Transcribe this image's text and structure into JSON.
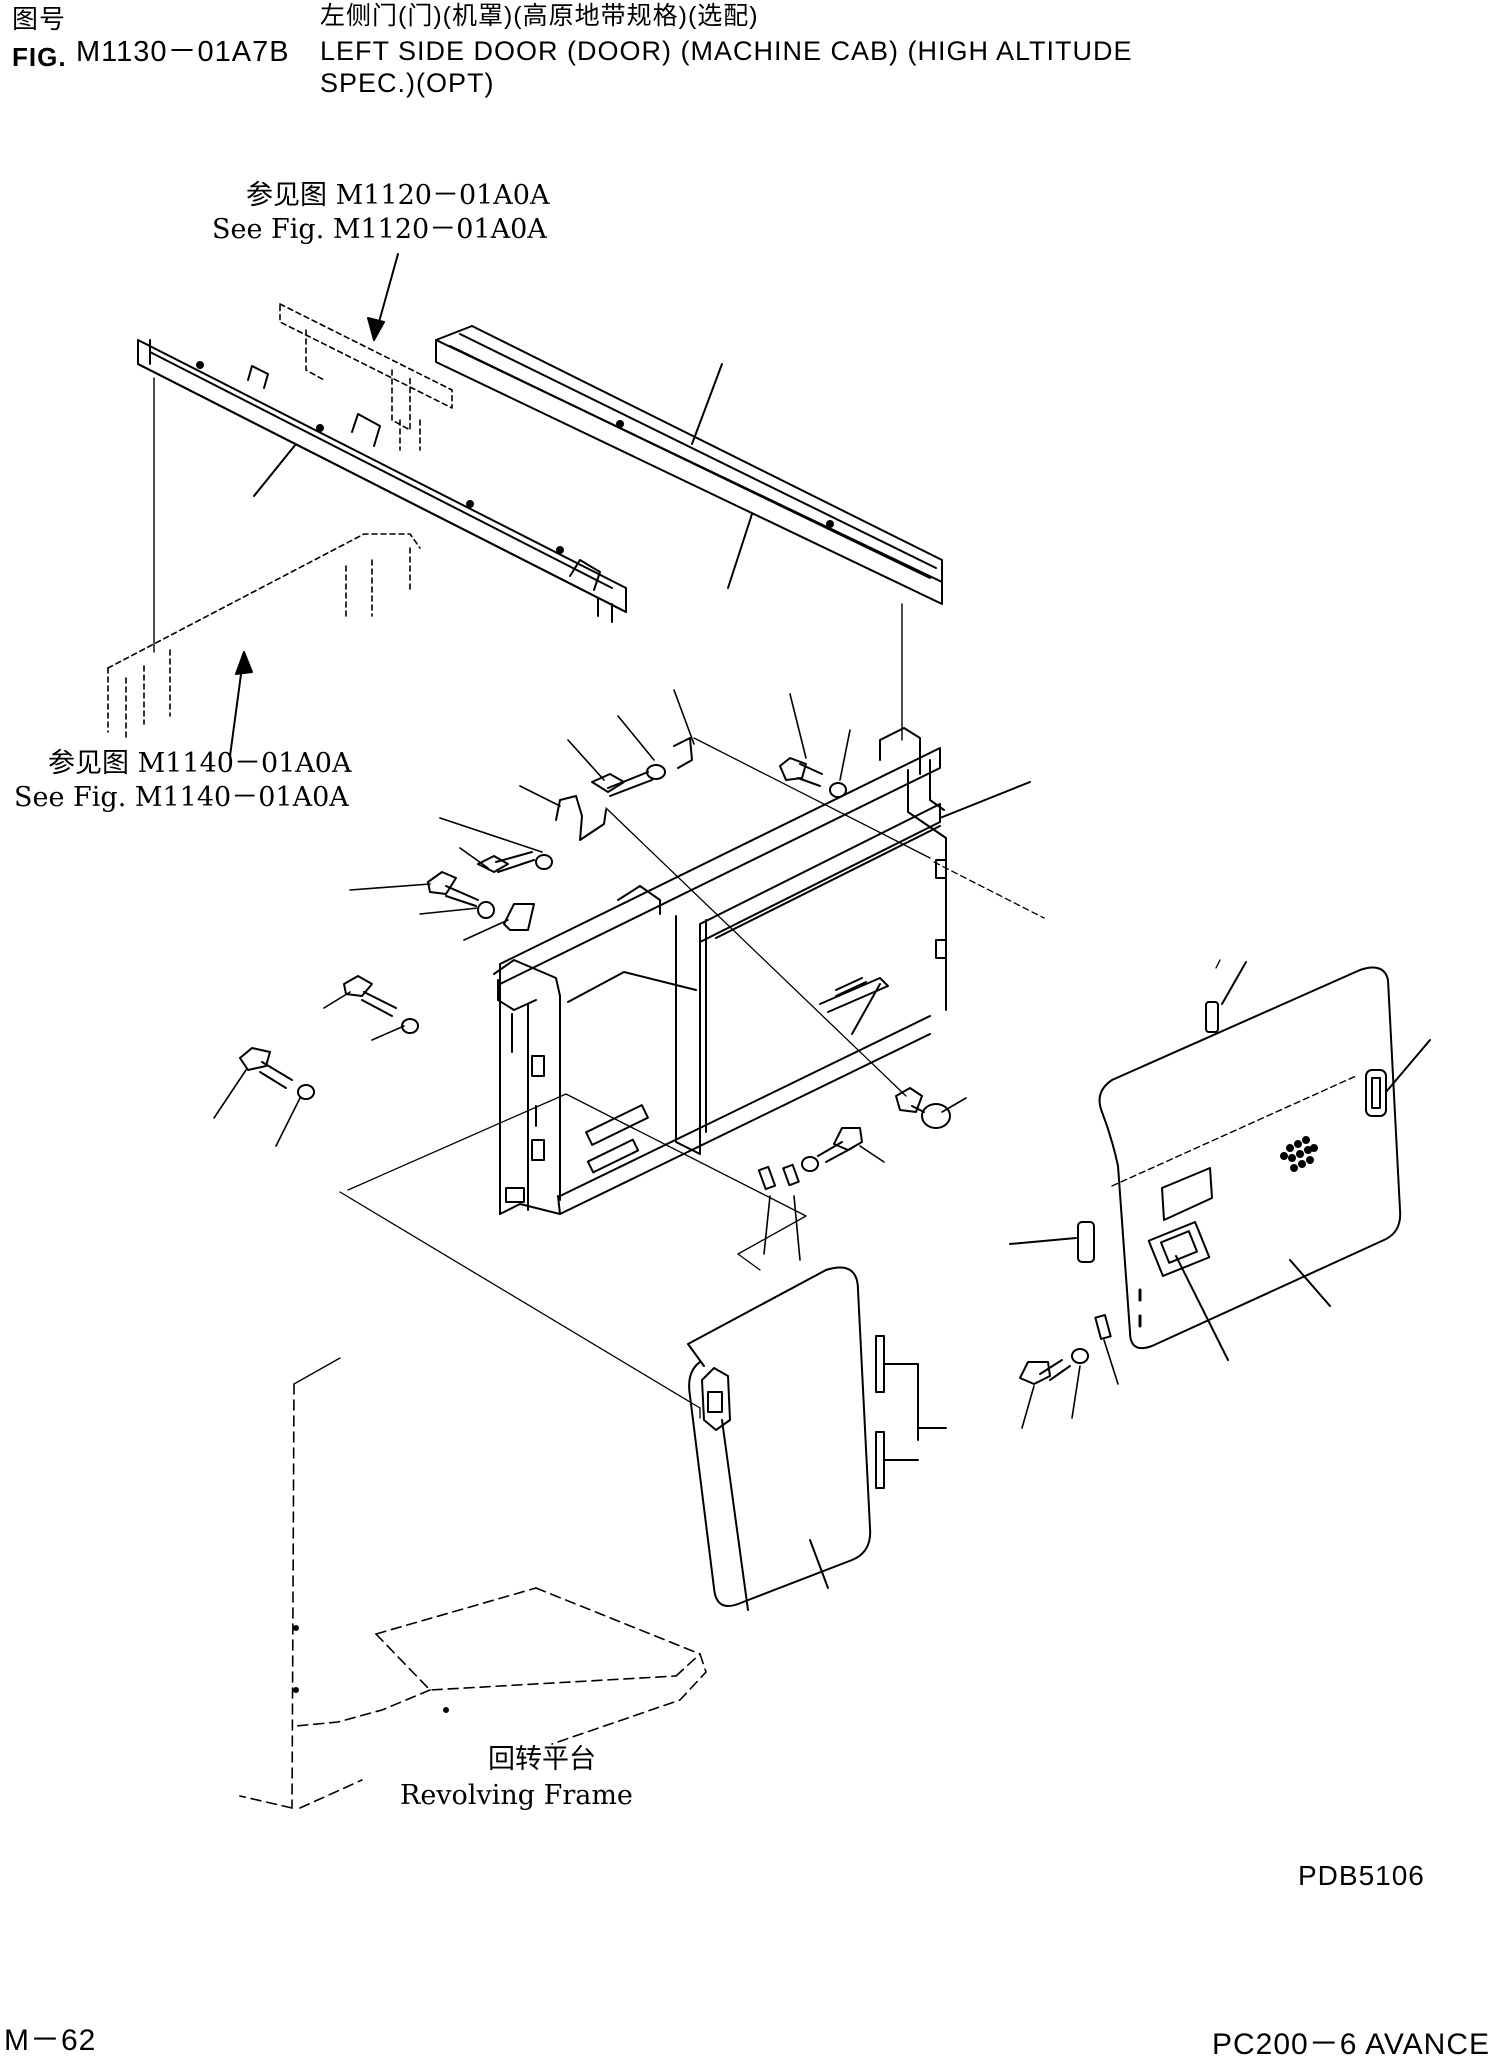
{
  "header": {
    "fig_label_cn": "图号",
    "fig_label_en": "FIG.",
    "fig_number": "M1130－01A7B",
    "title_cn": "左侧门(门)(机罩)(高原地带规格)(选配)",
    "title_en_line1": "LEFT SIDE DOOR (DOOR) (MACHINE CAB) (HIGH ALTITUDE",
    "title_en_line2": "SPEC.)(OPT)"
  },
  "references": {
    "ref1_cn": "参见图 M1120－01A0A",
    "ref1_en": "See Fig. M1120－01A0A",
    "ref2_cn": "参见图 M1140－01A0A",
    "ref2_en": "See Fig. M1140－01A0A",
    "frame_cn": "回转平台",
    "frame_en": "Revolving Frame"
  },
  "footer": {
    "drawing_code": "PDB5106",
    "page": "M－62",
    "model": "PC200－6 AVANCE"
  }
}
